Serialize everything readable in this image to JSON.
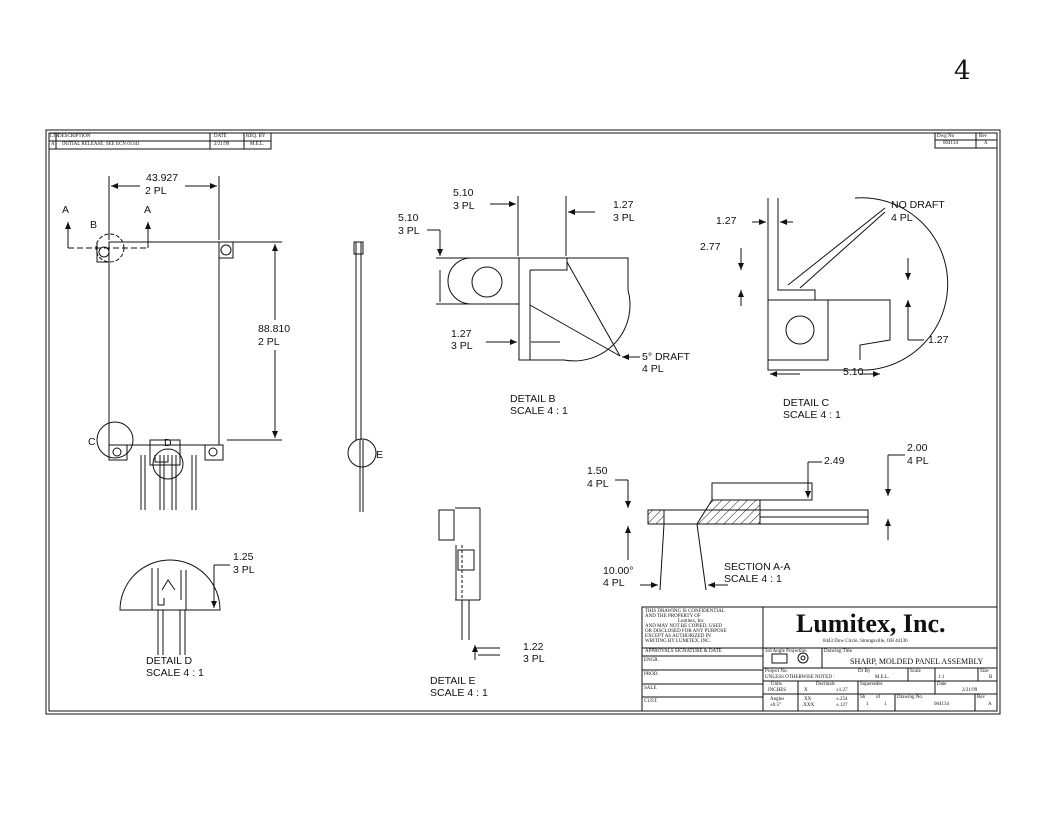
{
  "page_mark": "4",
  "revision_table": {
    "headers": [
      "LTR",
      "DESCRIPTION",
      "DATE",
      "REQ. BY"
    ],
    "row": [
      "A",
      "INITIAL RELEASE, SEE ECN 01341",
      "2/21/99",
      "M.E.L."
    ]
  },
  "drawing_box": {
    "headers": [
      "Dwg No",
      "Rev"
    ],
    "values": [
      "004134",
      "A"
    ]
  },
  "dimensions": {
    "width_top": "43.927",
    "width_top_pl": "2 PL",
    "height": "88.810",
    "height_pl": "2 PL",
    "b_510_top": "5.10",
    "b_510_top_pl": "3 PL",
    "b_510_left": "5.10",
    "b_510_left_pl": "3 PL",
    "b_127_top": "1.27",
    "b_127_top_pl": "3 PL",
    "b_127_bottom": "1.27",
    "b_127_bottom_pl": "3 PL",
    "draft": "5° DRAFT",
    "draft_pl": "4 PL",
    "c_nodraft": "NO DRAFT",
    "c_nodraft_pl": "4 PL",
    "c_127_left": "1.27",
    "c_277": "2.77",
    "c_127_right": "1.27",
    "c_510": "5.10",
    "s_150": "1.50",
    "s_150_pl": "4 PL",
    "s_249": "2.49",
    "s_200": "2.00",
    "s_200_pl": "4 PL",
    "s_angle": "10.00°",
    "s_angle_pl": "4 PL",
    "d_125": "1.25",
    "d_125_pl": "3 PL",
    "e_122": "1.22",
    "e_122_pl": "3 PL"
  },
  "section_letters": {
    "a_left": "A",
    "a_right": "A",
    "b": "B",
    "c": "C",
    "d": "D",
    "e": "E"
  },
  "detail_labels": {
    "b": [
      "DETAIL B",
      "SCALE 4 : 1"
    ],
    "c": [
      "DETAIL C",
      "SCALE 4 : 1"
    ],
    "d": [
      "DETAIL D",
      "SCALE 4 : 1"
    ],
    "e": [
      "DETAIL E",
      "SCALE 4 : 1"
    ],
    "section": [
      "SECTION A-A",
      "SCALE 4 : 1"
    ]
  },
  "title_block": {
    "confidential": [
      "THIS DRAWING IS CONFIDENTIAL",
      "AND THE PROPERTY OF",
      "Lumitex, Inc",
      "AND MAY NOT BE COPIED, USED",
      "OR DISCLOSED FOR ANY PURPOSE",
      "EXCEPT AS AUTHORIZED IN",
      "WRITING BY LUMITEX, INC."
    ],
    "company": "Lumitex, Inc.",
    "address": "8443 Dow Circle, Strongsville, OH 44136",
    "approvals_header": "APPROVALS  SIGNATURE & DATE",
    "approval_rows": [
      "ENGR.",
      "PROD.",
      "SALE",
      "CUST."
    ],
    "projection_label": "3rd Angle Projection",
    "drawing_title_label": "Drawing Title",
    "drawing_title": "SHARP, MOLDED PANEL ASSEMBLY",
    "project_no_label": "Project No.",
    "tolerance_note": "UNLESS OTHERWISE NOTED :",
    "dr_by_label": "Dr By",
    "dr_by": "M.E.L.",
    "scale_label": "Scale",
    "scale": "1:1",
    "size_label": "Size",
    "size": "B",
    "units_label": "Units",
    "units": "INCHES",
    "decimals_label": "Decimals",
    "angles_label": "Angles",
    "angles": "±0.5°",
    "tol_rows": [
      [
        "X",
        "±1.27"
      ],
      [
        "XX",
        "±.254"
      ],
      [
        ".XXX",
        "±.127"
      ]
    ],
    "supersedes_label": "Supersedes",
    "date_label": "Date",
    "date": "2/21/99",
    "sheet_label": "Sh",
    "sheet": "1",
    "of_label": "of",
    "of": "1",
    "drawing_no_label": "Drawing No.",
    "drawing_no": "004134",
    "rev_label": "Rev",
    "rev": "A"
  }
}
